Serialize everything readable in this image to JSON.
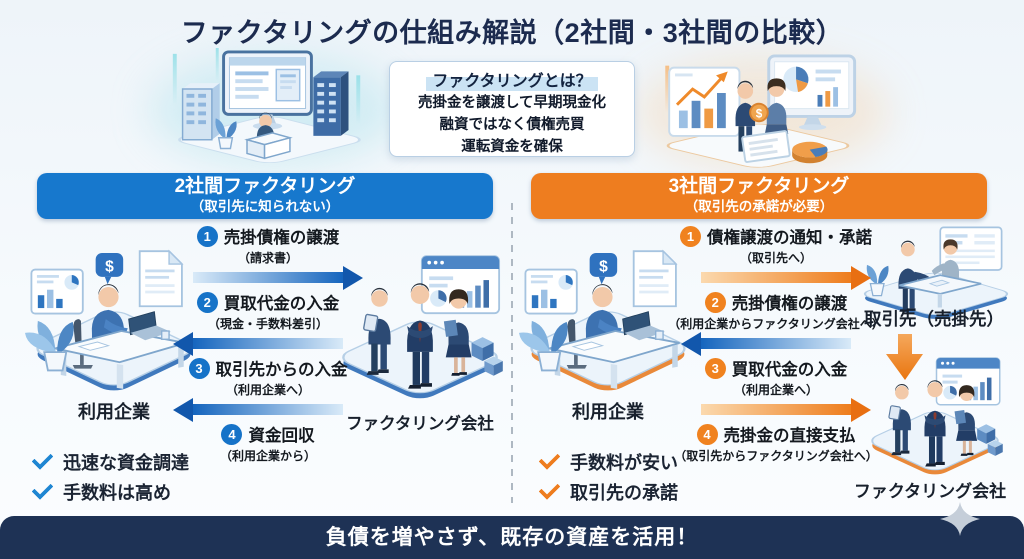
{
  "title": "ファクタリングの仕組み解説（2社間・3社間の比較）",
  "intro_box": {
    "heading": "ファクタリングとは？",
    "lines": [
      "売掛金を譲渡して早期現金化",
      "融資ではなく債権売買",
      "運転資金を確保"
    ]
  },
  "left_panel": {
    "header": "2社間ファクタリング",
    "subheader": "（取引先に知られない）",
    "accent_color": "#1778cd",
    "actors": {
      "user": "利用企業",
      "factor": "ファクタリング会社"
    },
    "steps": [
      {
        "num": "1",
        "label": "売掛債権の譲渡",
        "note": "（請求書）",
        "arrow_direction": "right",
        "arrow_color": "blue"
      },
      {
        "num": "2",
        "label": "買取代金の入金",
        "note": "（現金・手数料差引）",
        "arrow_direction": "left",
        "arrow_color": "blue"
      },
      {
        "num": "3",
        "label": "取引先からの入金",
        "note": "（利用企業へ）",
        "arrow_direction": "left",
        "arrow_color": "blue"
      },
      {
        "num": "4",
        "label": "資金回収",
        "note": "（利用企業から）",
        "arrow_direction": "none",
        "arrow_color": ""
      }
    ],
    "points": [
      "迅速な資金調達",
      "手数料は高め"
    ]
  },
  "right_panel": {
    "header": "3社間ファクタリング",
    "subheader": "（取引先の承諾が必要）",
    "accent_color": "#ee7d1f",
    "actors": {
      "user": "利用企業",
      "client": "取引先（売掛先）",
      "factor": "ファクタリング会社"
    },
    "steps": [
      {
        "num": "1",
        "label": "債権譲渡の通知・承諾",
        "note": "（取引先へ）",
        "arrow_direction": "right",
        "arrow_color": "orange"
      },
      {
        "num": "2",
        "label": "売掛債権の譲渡",
        "note": "（利用企業からファクタリング会社へ）",
        "arrow_direction": "left",
        "arrow_color": "blue"
      },
      {
        "num": "3",
        "label": "買取代金の入金",
        "note": "（利用企業へ）",
        "arrow_direction": "right",
        "arrow_color": "orange"
      },
      {
        "num": "4",
        "label": "売掛金の直接支払",
        "note": "（取引先からファクタリング会社へ）",
        "arrow_direction": "none",
        "arrow_color": ""
      }
    ],
    "points": [
      "手数料が安い",
      "取引先の承諾"
    ]
  },
  "footer": {
    "message": "負債を増やさず、既存の資産を活用！",
    "bar_color": "#1e3255"
  }
}
